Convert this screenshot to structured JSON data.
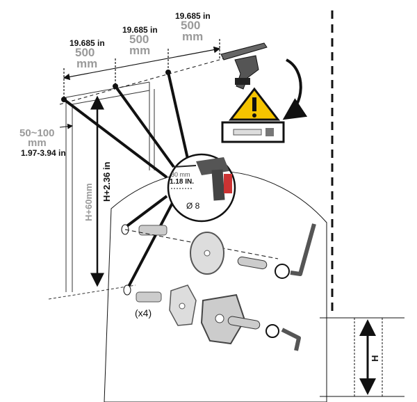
{
  "spacing": [
    {
      "inch": "19.685 in",
      "mm_value": "500",
      "mm_unit": "mm"
    },
    {
      "inch": "19.685 in",
      "mm_value": "500",
      "mm_unit": "mm"
    },
    {
      "inch": "19.685 in",
      "mm_value": "500",
      "mm_unit": "mm"
    }
  ],
  "offset": {
    "mm_range": "50~100",
    "mm_unit": "mm",
    "inch_range": "1.97-3.94 in"
  },
  "height": {
    "label_mm": "H+60mm",
    "label_in": "H+2.36 in"
  },
  "drill": {
    "depth_mm": "30 mm",
    "depth_in": "1.18 IN.",
    "diameter": "Ø 8"
  },
  "anchors": {
    "count": "(x4)"
  },
  "right_dimension": {
    "label": "H"
  },
  "colors": {
    "warning": "#f5c400",
    "line": "#111111",
    "gray_text": "#9a9a9a"
  },
  "icons": [
    "wall-drill-icon",
    "warning-icon",
    "track-rail-icon",
    "drill-icon",
    "wall-plug-icon",
    "ceiling-flange-icon",
    "screw-icon",
    "washer-icon",
    "allen-key-icon",
    "bracket-icon"
  ]
}
